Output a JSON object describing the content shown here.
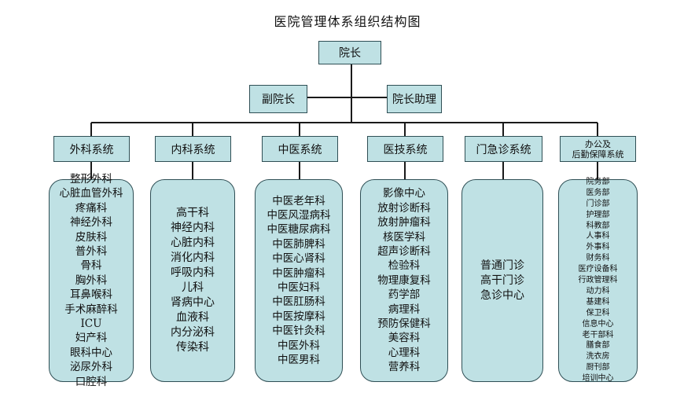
{
  "title": "医院管理体系组织结构图",
  "root": "院长",
  "deputies": [
    "副院长",
    "院长助理"
  ],
  "systems": [
    {
      "label": "外科系统",
      "items": [
        "整形外科",
        "心脏血管外科",
        "疼痛科",
        "神经外科",
        "皮肤科",
        "普外科",
        "骨科",
        "胸外科",
        "耳鼻喉科",
        "手术麻醉科",
        "ICU",
        "妇产科",
        "眼科中心",
        "泌尿外科",
        "口腔科"
      ]
    },
    {
      "label": "内科系统",
      "items": [
        "高干科",
        "神经内科",
        "心脏内科",
        "消化内科",
        "呼吸内科",
        "儿科",
        "肾病中心",
        "血液科",
        "内分泌科",
        "传染科"
      ]
    },
    {
      "label": "中医系统",
      "items": [
        "中医老年科",
        "中医风湿病科",
        "中医糖尿病科",
        "中医肺脾科",
        "中医心肾科",
        "中医肿瘤科",
        "中医妇科",
        "中医肛肠科",
        "中医按摩科",
        "中医针灸科",
        "中医外科",
        "中医男科"
      ]
    },
    {
      "label": "医技系统",
      "items": [
        "影像中心",
        "放射诊断科",
        "放射肿瘤科",
        "核医学科",
        "超声诊断科",
        "检验科",
        "物理康复科",
        "药学部",
        "病理科",
        "预防保健科",
        "美容科",
        "心理科",
        "营养科"
      ]
    },
    {
      "label": "门急诊系统",
      "items": [
        "普通门诊",
        "高干门诊",
        "急诊中心"
      ]
    },
    {
      "label_line1": "办公及",
      "label_line2": "后勤保障系统",
      "items": [
        "院务部",
        "医务部",
        "门诊部",
        "护理部",
        "科教部",
        "人事科",
        "外事科",
        "财务科",
        "医疗设备科",
        "行政管理科",
        "动力科",
        "基建科",
        "保卫科",
        "信息中心",
        "老干部科",
        "膳食部",
        "洗衣房",
        "厨刊部",
        "培训中心"
      ]
    }
  ]
}
